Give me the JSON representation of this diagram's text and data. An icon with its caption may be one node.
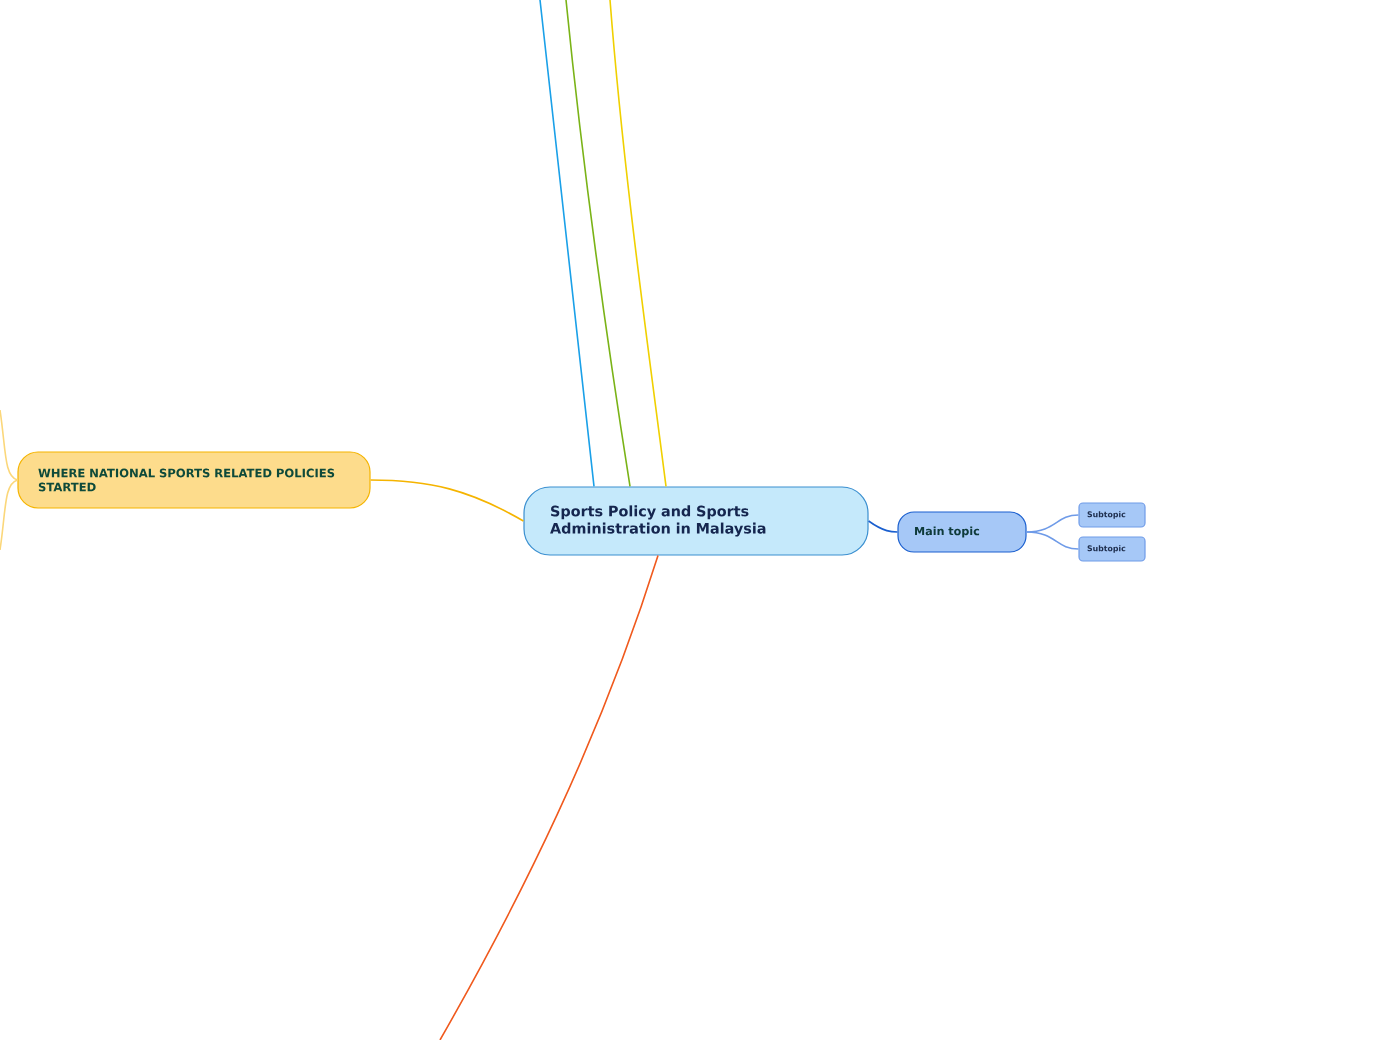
{
  "diagram": {
    "nodes": [
      {
        "text": [
          "Sports Policy and Sports Administration in Malaysia"
        ]
      },
      {
        "text": [
          "WHERE NATIONAL SPORTS RELATED POLICIES STARTED"
        ]
      },
      {
        "text": [
          "Main topic"
        ]
      },
      {
        "text": [
          "Subtopic"
        ]
      },
      {
        "text": [
          "Subtopic"
        ]
      }
    ],
    "edges": [
      {
        "from": 0,
        "to": 1,
        "arrow": "none",
        "color": "#f5b400"
      },
      {
        "from": 0,
        "to": 2,
        "arrow": "none",
        "color": "#1a5fcf"
      },
      {
        "from": 2,
        "to": 3,
        "arrow": "none",
        "color": "#6f9be8"
      },
      {
        "from": 2,
        "to": 4,
        "arrow": "none",
        "color": "#6f9be8"
      },
      {
        "from": 0,
        "to": null,
        "arrow": "none",
        "color": "#1aa0e8"
      },
      {
        "from": 0,
        "to": null,
        "arrow": "none",
        "color": "#7ab317"
      },
      {
        "from": 0,
        "to": null,
        "arrow": "none",
        "color": "#f0d000"
      },
      {
        "from": 0,
        "to": null,
        "arrow": "none",
        "color": "#f05a1e"
      },
      {
        "from": 1,
        "to": null,
        "arrow": "none",
        "color": "#fbd77a"
      },
      {
        "from": 1,
        "to": null,
        "arrow": "none",
        "color": "#fbd77a"
      }
    ]
  }
}
